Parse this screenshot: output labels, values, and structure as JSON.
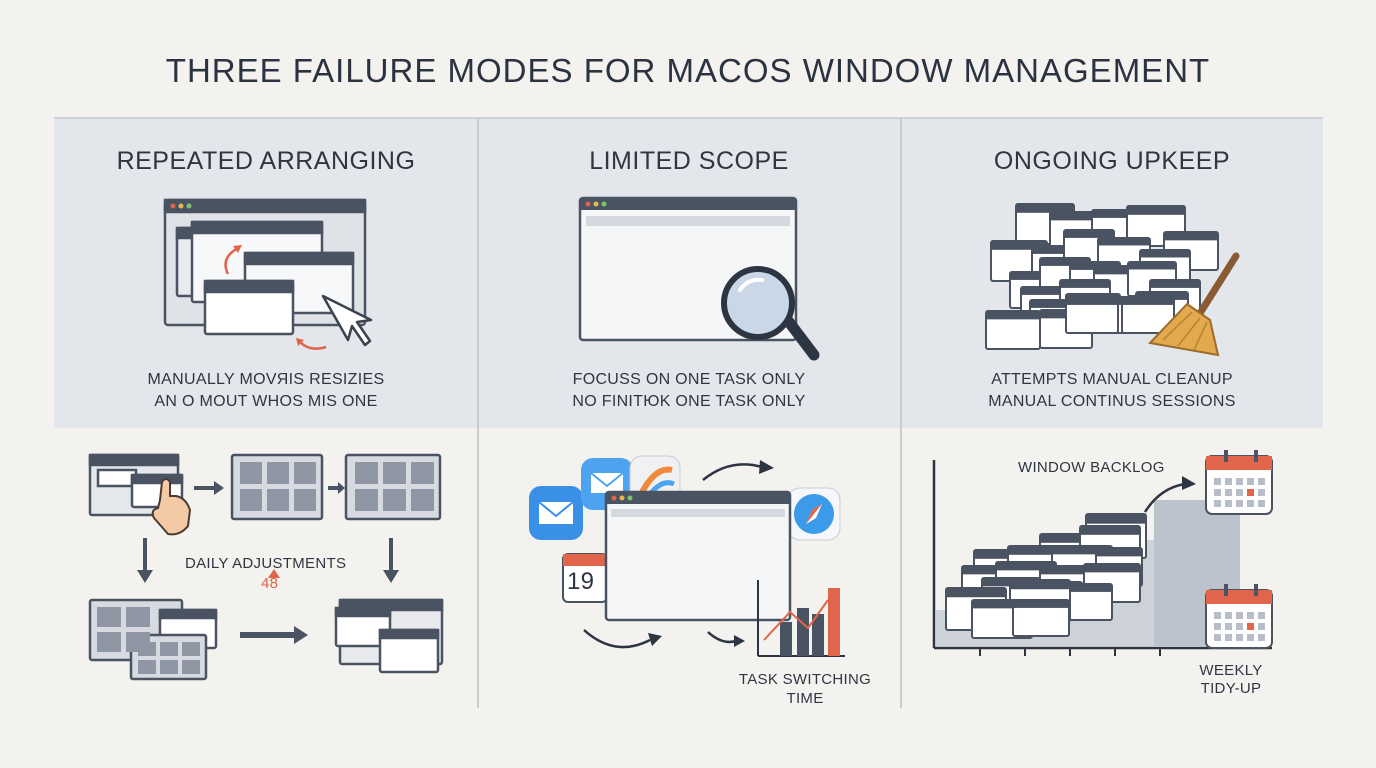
{
  "title": "THREE FAILURE MODES FOR MACOS WINDOW MANAGEMENT",
  "panels": [
    {
      "title": "REPEATED ARRANGING",
      "caption_line1": "MANUALLY MOVЯIS RESIZIES",
      "caption_line2": "AN O MOUT WHOS MIS ONE",
      "bottom_label": "DAILY ADJUSTMENTS",
      "bottom_count": "48"
    },
    {
      "title": "LIMITED SCOPE",
      "caption_line1": "FOCUSS ON ONE TASK ONLY",
      "caption_line2": "NO FINIТЮK ONE TASK ONLY",
      "calendar_day": "19",
      "bottom_label_line1": "TASK SWITCHING",
      "bottom_label_line2": "TIME"
    },
    {
      "title": "ONGOING UPKEEP",
      "caption_line1": "ATTEMPTS MANUAL CLEANUP",
      "caption_line2": "MANUAL CONTINUS SESSIONS",
      "backlog_label": "WINDOW BACKLOG",
      "weekly_line1": "WEEKLY",
      "weekly_line2": "TIDY-UP"
    }
  ],
  "colors": {
    "accent": "#e0654a",
    "dark": "#4a5362",
    "panel_bg": "#e3e6ea",
    "page_bg": "#f3f2ee"
  }
}
